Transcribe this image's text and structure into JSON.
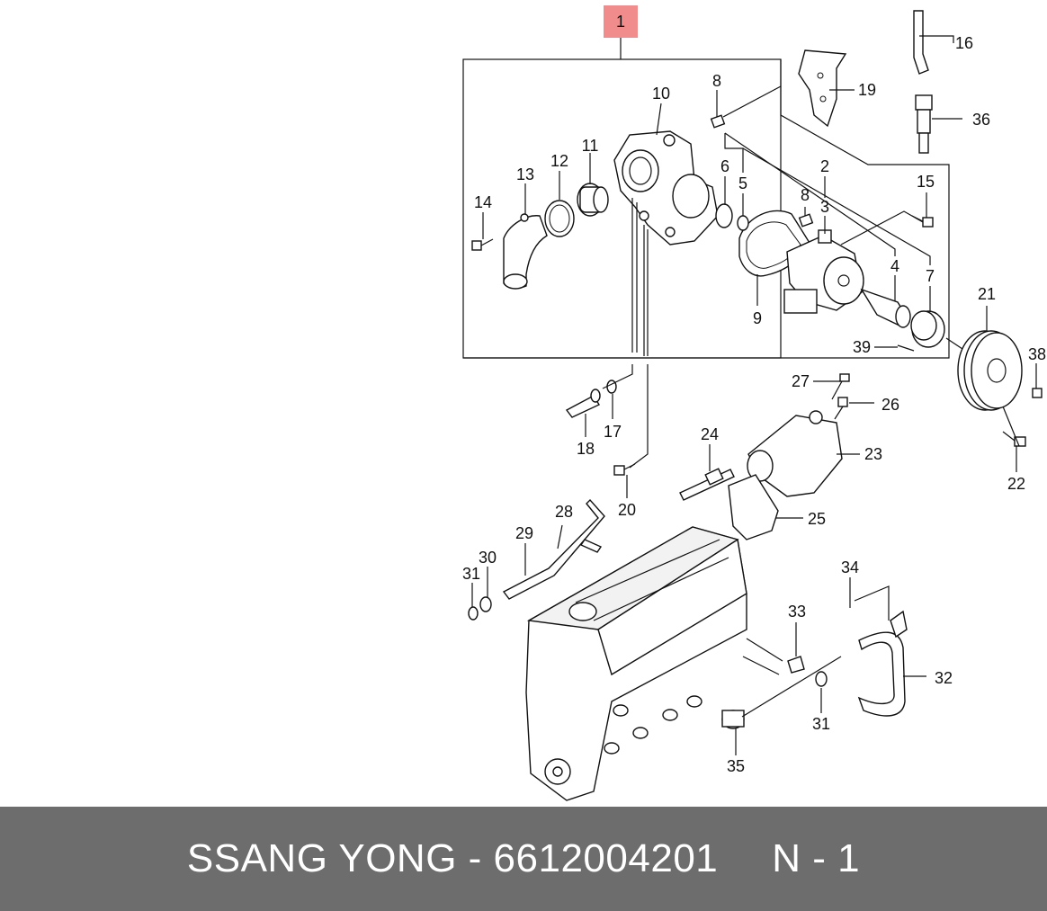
{
  "footer": {
    "brand": "SSANG YONG",
    "separator": "-",
    "part_number": "6612004201",
    "position": "N - 1"
  },
  "callouts": {
    "main": "1",
    "items": [
      "2",
      "3",
      "4",
      "5",
      "6",
      "7",
      "8",
      "8",
      "9",
      "10",
      "11",
      "12",
      "13",
      "14",
      "15",
      "16",
      "17",
      "18",
      "19",
      "20",
      "21",
      "22",
      "23",
      "24",
      "25",
      "26",
      "27",
      "28",
      "29",
      "30",
      "31",
      "31",
      "32",
      "33",
      "34",
      "35",
      "36",
      "38",
      "39"
    ]
  },
  "colors": {
    "callout_highlight": "#f08c8c",
    "footer_bg": "#6d6d6d",
    "footer_text": "#ffffff"
  }
}
